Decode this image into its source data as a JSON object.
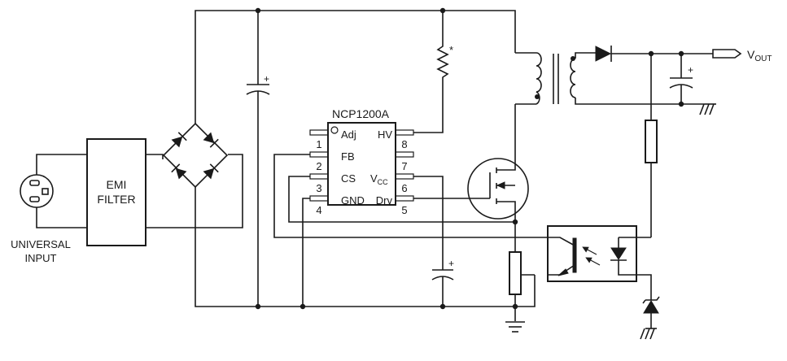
{
  "labels": {
    "universal_input_line1": "UNIVERSAL",
    "universal_input_line2": "INPUT",
    "emi_line1": "EMI",
    "emi_line2": "FILTER",
    "ic_name": "NCP1200A",
    "pin_adj": "Adj",
    "pin_fb": "FB",
    "pin_cs": "CS",
    "pin_gnd": "GND",
    "pin_hv": "HV",
    "pin_vcc_main": "V",
    "pin_vcc_sub": "CC",
    "pin_drv": "Drv",
    "pin_n1": "1",
    "pin_n2": "2",
    "pin_n3": "3",
    "pin_n4": "4",
    "pin_n5": "5",
    "pin_n6": "6",
    "pin_n7": "7",
    "pin_n8": "8",
    "vout_main": "V",
    "vout_sub": "OUT",
    "resistor_note": "*",
    "cap_plus": "+"
  }
}
